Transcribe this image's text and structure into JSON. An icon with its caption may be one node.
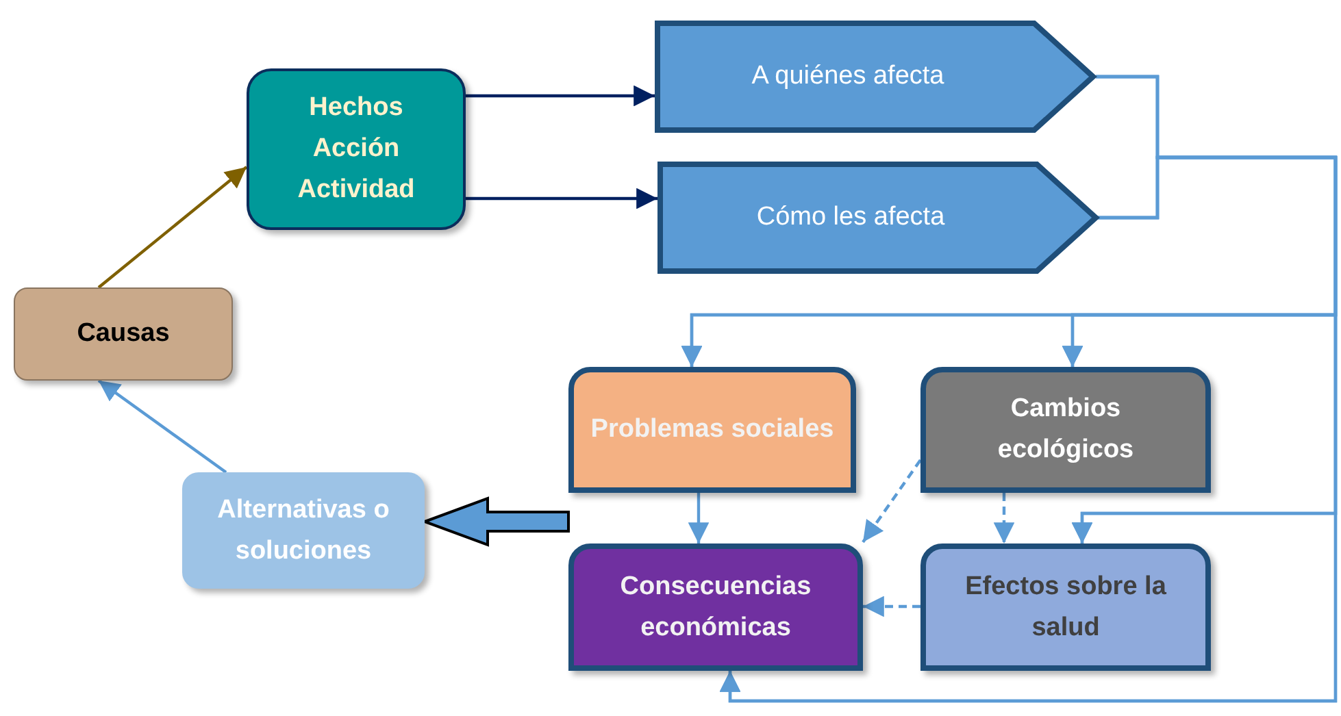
{
  "diagram": {
    "nodes": [
      {
        "text": [
          "Hechos",
          "Acción",
          "Actividad"
        ]
      },
      {
        "text": [
          "A quiénes afecta"
        ]
      },
      {
        "text": [
          "Cómo les afecta"
        ]
      },
      {
        "text": [
          "Causas"
        ]
      },
      {
        "text": [
          "Problemas sociales"
        ]
      },
      {
        "text": [
          "Cambios ecológicos"
        ]
      },
      {
        "text": [
          "Alternativas o soluciones"
        ]
      },
      {
        "text": [
          "Consecuencias económicas"
        ]
      },
      {
        "text": [
          "Efectos sobre la salud"
        ]
      }
    ],
    "edges": [
      {
        "from": 3,
        "to": 0,
        "arrow": "to",
        "color": "#7f6000"
      },
      {
        "from": 0,
        "to": 1,
        "arrow": "to",
        "color": "#002060"
      },
      {
        "from": 0,
        "to": 2,
        "arrow": "to",
        "color": "#002060"
      },
      {
        "from": 1,
        "to": 4,
        "arrow": "to"
      },
      {
        "from": 1,
        "to": 5,
        "arrow": "to"
      },
      {
        "from": 1,
        "to": 8,
        "arrow": "to"
      },
      {
        "from": 1,
        "to": 7,
        "arrow": "to"
      },
      {
        "from": 2,
        "to": 4,
        "arrow": "to"
      },
      {
        "from": 2,
        "to": 5,
        "arrow": "to"
      },
      {
        "from": 2,
        "to": 8,
        "arrow": "to"
      },
      {
        "from": 2,
        "to": 7,
        "arrow": "to"
      },
      {
        "from": 4,
        "to": 7,
        "arrow": "to"
      },
      {
        "from": 5,
        "to": 7,
        "arrow": "to",
        "style": "dashed"
      },
      {
        "from": 5,
        "to": 8,
        "arrow": "to",
        "style": "dashed"
      },
      {
        "from": 8,
        "to": 7,
        "arrow": "to",
        "style": "dashed"
      },
      {
        "from": 7,
        "to": 6,
        "arrow": "to",
        "style": "thick"
      },
      {
        "from": 6,
        "to": 3,
        "arrow": "to"
      }
    ]
  }
}
